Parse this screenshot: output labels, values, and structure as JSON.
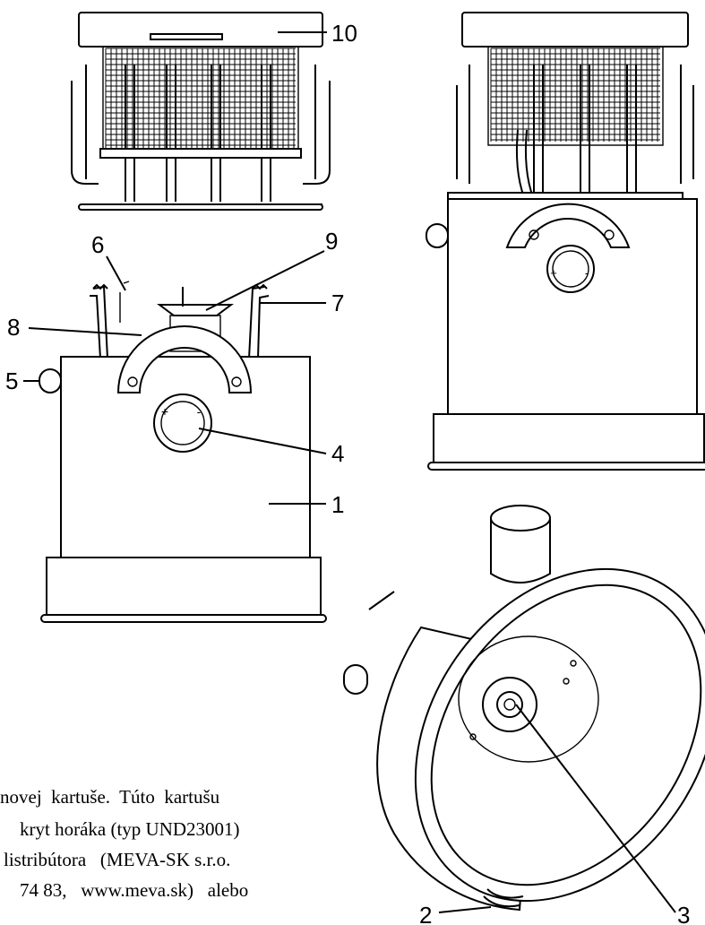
{
  "callouts": [
    "10",
    "9",
    "6",
    "7",
    "8",
    "5",
    "4",
    "1",
    "2",
    "3"
  ],
  "knob_signs": {
    "plus": "+",
    "minus": "-"
  },
  "text_lines": [
    "novej  kartuše.  Túto  kartušu",
    "kryt horáka (typ UND23001)",
    "listribútora   (MEVA-SK s.r.o.",
    "74 83,   www.meva.sk)   alebo"
  ],
  "colors": {
    "ink": "#000000",
    "paper": "#ffffff"
  }
}
